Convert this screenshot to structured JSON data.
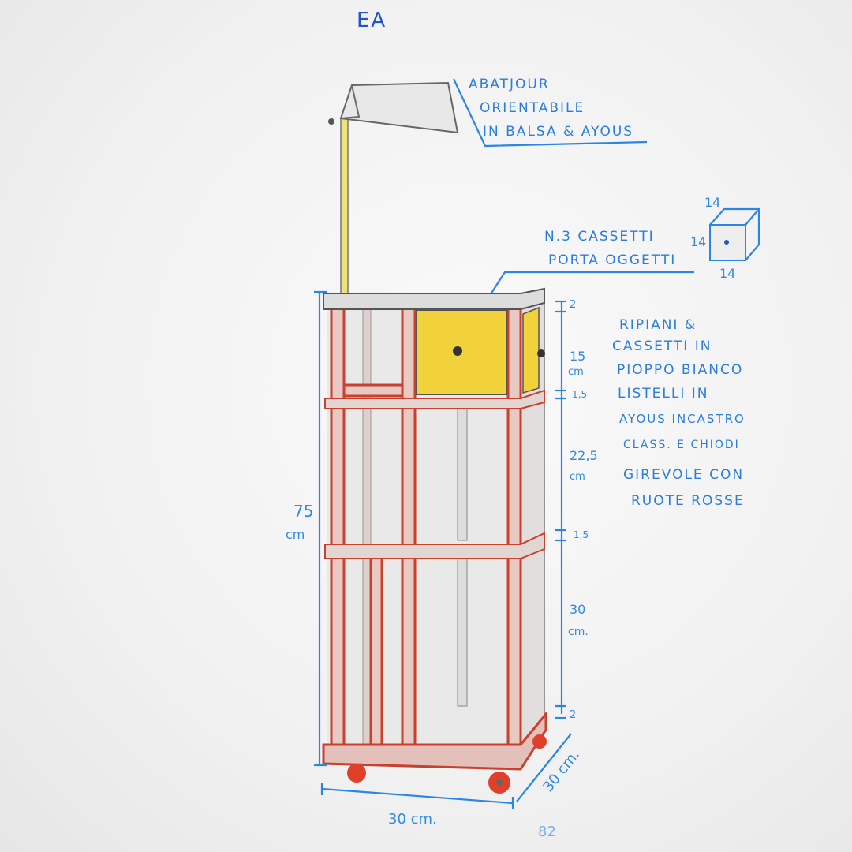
{
  "header_mark": "EA",
  "labels": {
    "lamp": [
      "ABATJOUR",
      "ORIENTABILE",
      "IN BALSA & AYOUS"
    ],
    "drawers": [
      "N.3 CASSETTI",
      "PORTA OGGETTI"
    ],
    "materials": [
      "RIPIANI &",
      "CASSETTI IN",
      "PIOPPO BIANCO",
      "LISTELLI IN",
      "AYOUS INCASTRO",
      "CLASS. E CHIODI",
      "GIREVOLE CON",
      "RUOTE ROSSE"
    ]
  },
  "drawer_cube": {
    "top": "14",
    "left": "14",
    "bottom": "14"
  },
  "dimensions": {
    "height_total": [
      "75",
      "cm"
    ],
    "top_slab": "2",
    "drawer_section": [
      "15",
      "cm"
    ],
    "shelf_1": "1,5",
    "middle_section": [
      "22,5",
      "cm"
    ],
    "shelf_2": "1,5",
    "bottom_section": [
      "30",
      "cm."
    ],
    "base": "2",
    "width": "30 cm.",
    "depth": "30 cm."
  },
  "signature": "82",
  "colors": {
    "ink": "#2a7de0",
    "wood_red": "#c9402e",
    "drawer_yellow": "#f2d23a",
    "lamp_pole": "#f0e27a"
  }
}
